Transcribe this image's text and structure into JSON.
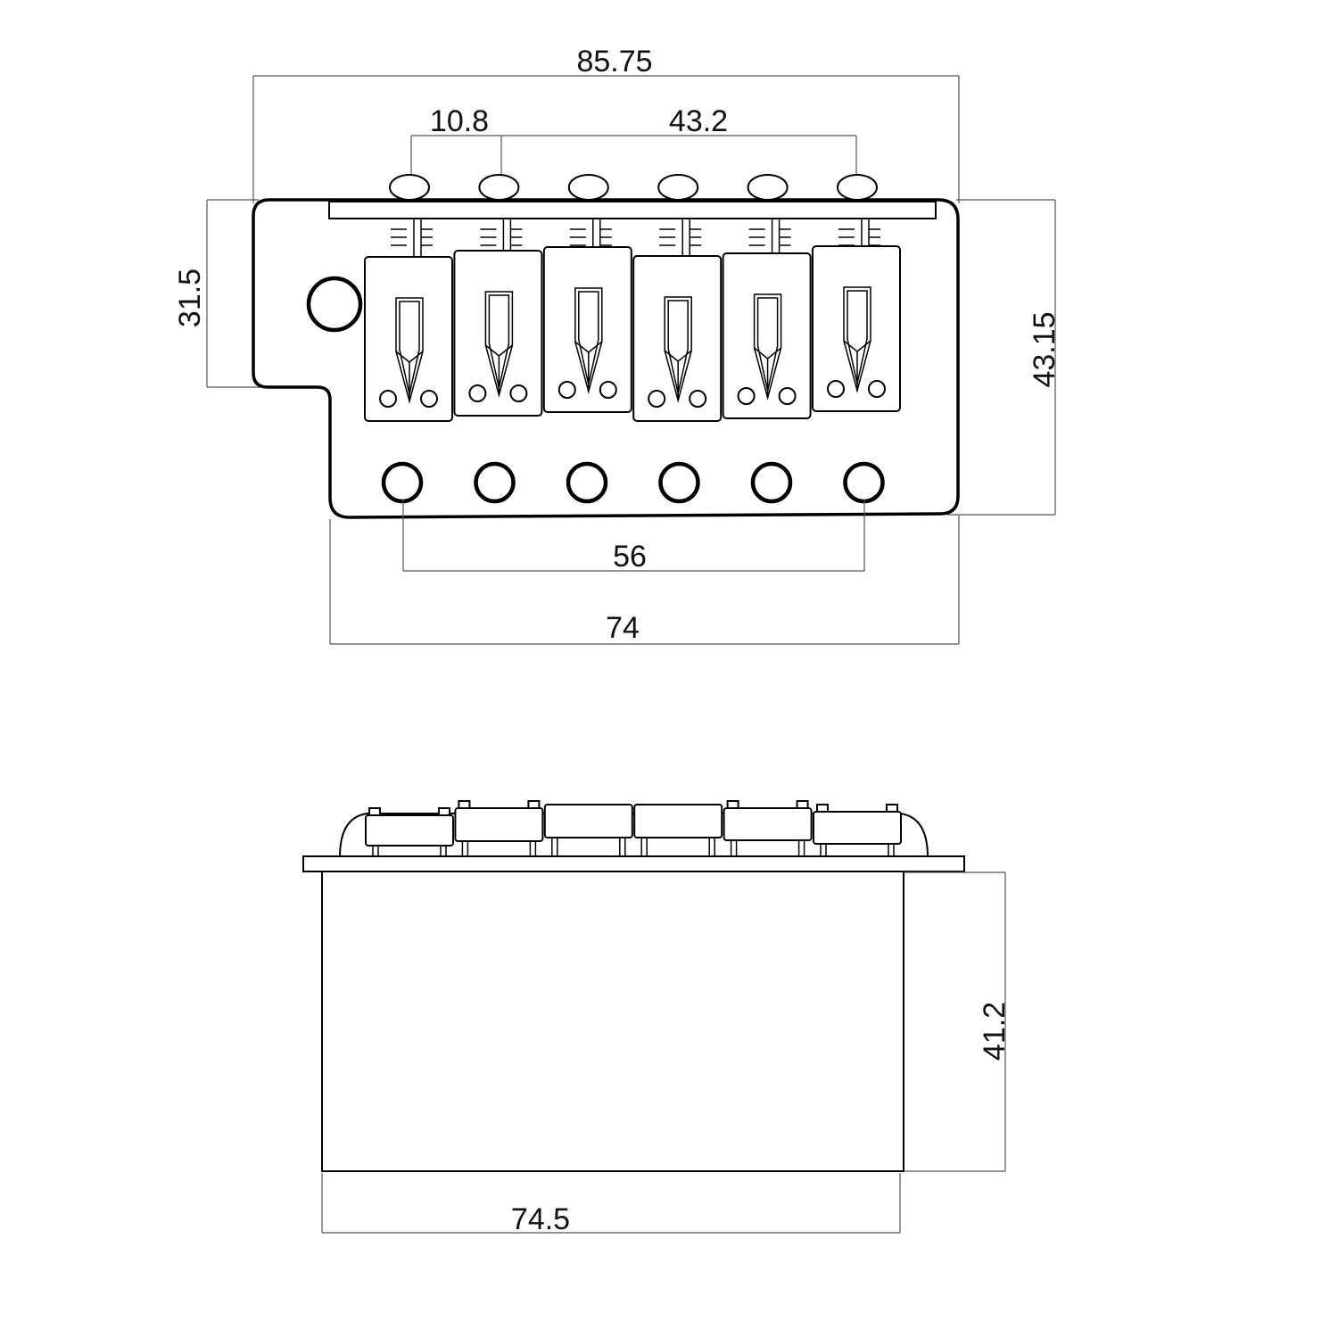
{
  "top_view": {
    "dimensions": {
      "overall_width": "85.75",
      "first_string_spacing": "10.8",
      "string_span": "43.2",
      "left_height": "31.5",
      "right_height": "43.15",
      "screw_span": "56",
      "base_width": "74"
    },
    "saddle_count": 6,
    "screw_hole_count": 6,
    "string_hole_count": 6
  },
  "side_view": {
    "dimensions": {
      "block_height": "41.2",
      "block_width": "74.5"
    }
  }
}
